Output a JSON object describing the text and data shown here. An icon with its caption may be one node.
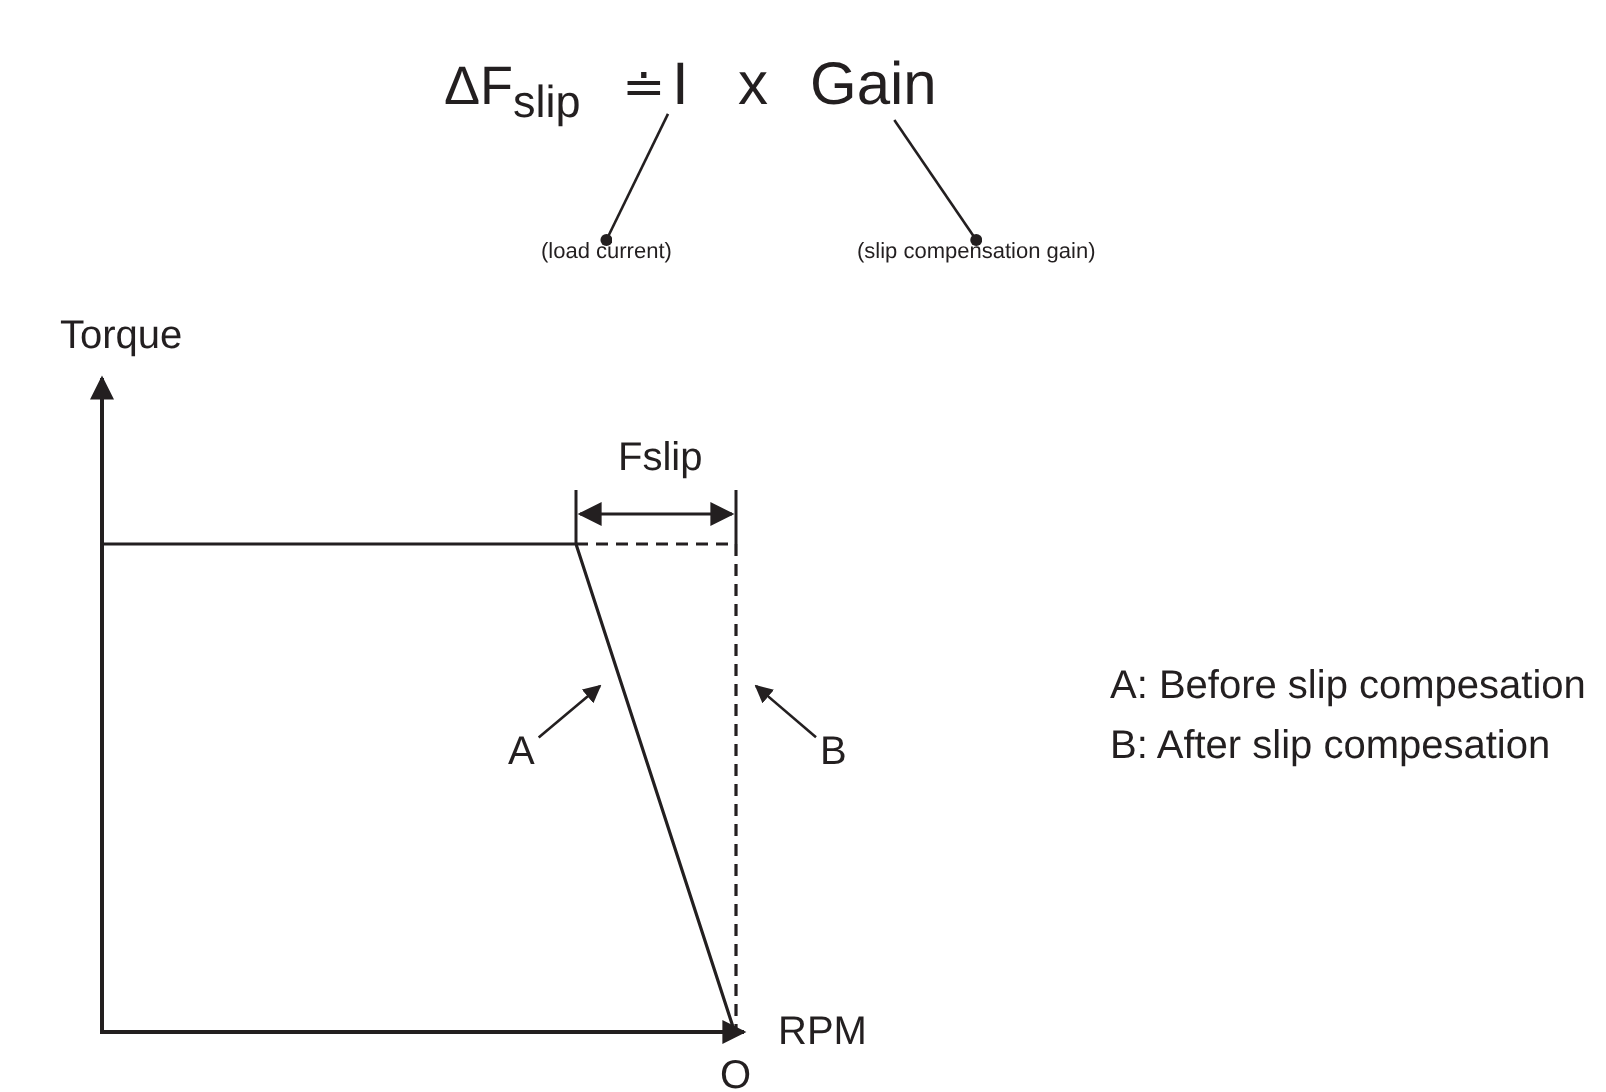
{
  "diagram": {
    "nodes": [
      {
        "text": [
          "I"
        ]
      },
      {
        "text": [
          "Gain"
        ]
      },
      {
        "text": [
          "(load current)"
        ]
      },
      {
        "text": [
          "(slip compensation gain)"
        ]
      },
      {
        "text": [
          "A"
        ]
      },
      {
        "text": [
          "B"
        ]
      }
    ],
    "edges": [
      {
        "from": 2,
        "to": 0,
        "arrow": "other"
      },
      {
        "from": 3,
        "to": 1,
        "arrow": "other"
      },
      {
        "from": 4,
        "to": null,
        "arrow": "to"
      },
      {
        "from": 5,
        "to": null,
        "arrow": "to"
      }
    ],
    "labels": [
      "ΔF$_{slip}$",
      "≐",
      "x",
      "Torque",
      "Fslip",
      "RPM",
      "O",
      "A: Before slip compesation",
      "B: After slip compesation"
    ]
  }
}
